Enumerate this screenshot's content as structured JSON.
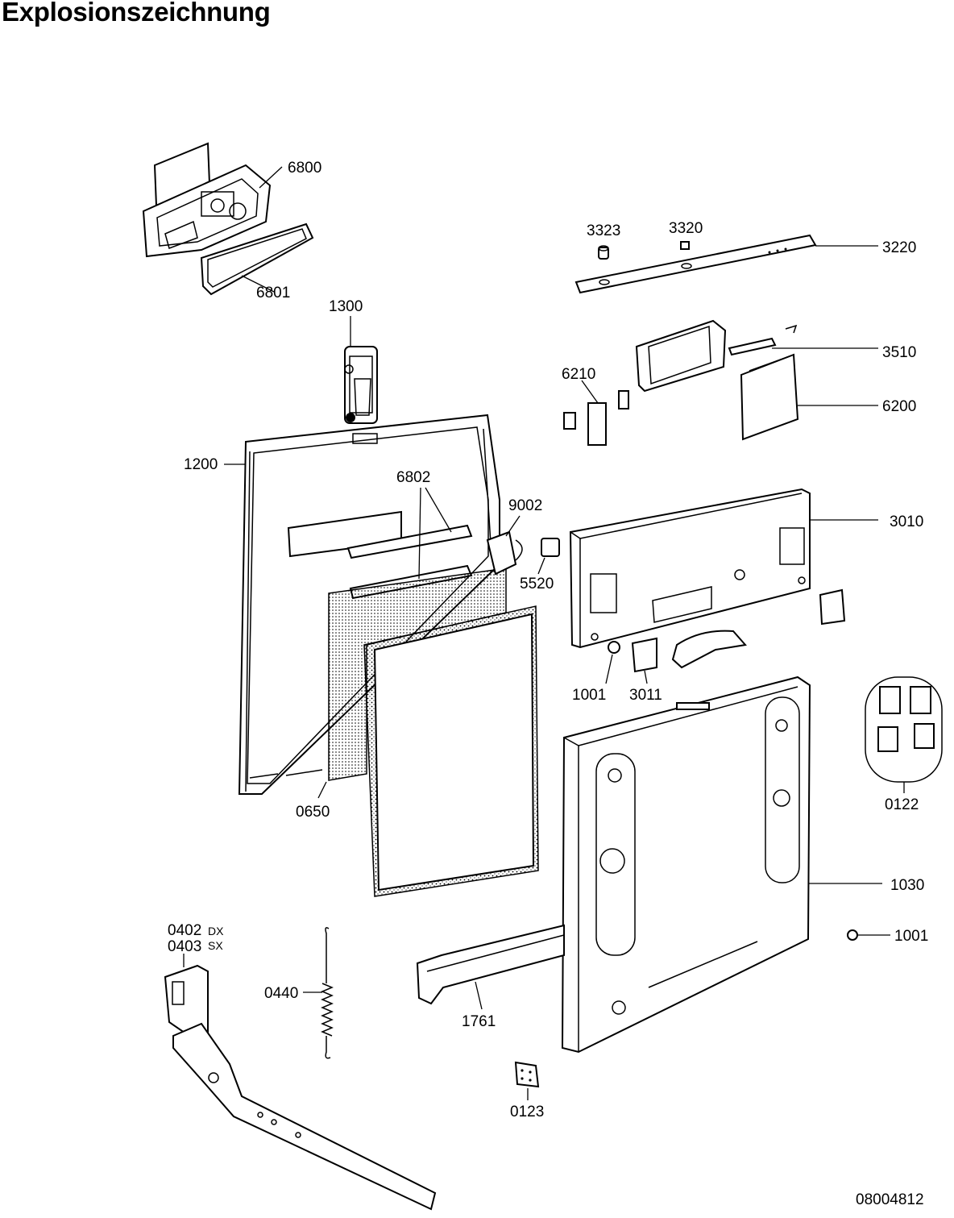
{
  "title": "Explosionszeichnung",
  "document_number": "08004812",
  "part_labels": {
    "p6800": "6800",
    "p6801": "6801",
    "p3323": "3323",
    "p3320": "3320",
    "p3220": "3220",
    "p1300": "1300",
    "p3510": "3510",
    "p6210": "6210",
    "p6200": "6200",
    "p1200": "1200",
    "p6802": "6802",
    "p9002": "9002",
    "p3010": "3010",
    "p5520": "5520",
    "p1001a": "1001",
    "p3011": "3011",
    "p0122": "0122",
    "p0650": "0650",
    "p1030": "1030",
    "p0402": "0402",
    "p0402_suffix": "DX",
    "p0403": "0403",
    "p0403_suffix": "SX",
    "p1001b": "1001",
    "p0440": "0440",
    "p1761": "1761",
    "p0123": "0123"
  }
}
